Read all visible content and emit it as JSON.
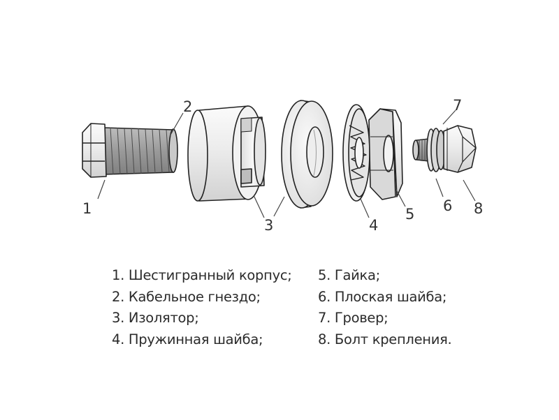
{
  "callouts": [
    "1",
    "2",
    "3",
    "4",
    "5",
    "6",
    "7",
    "8"
  ],
  "legend_left": [
    "1. Шестигранный корпус;",
    "2. Кабельное гнездо;",
    "3. Изолятор;",
    "4. Пружинная шайба;"
  ],
  "legend_right": [
    "5. Гайка;",
    "6. Плоская шайба;",
    "7. Гровер;",
    "8. Болт крепления."
  ]
}
